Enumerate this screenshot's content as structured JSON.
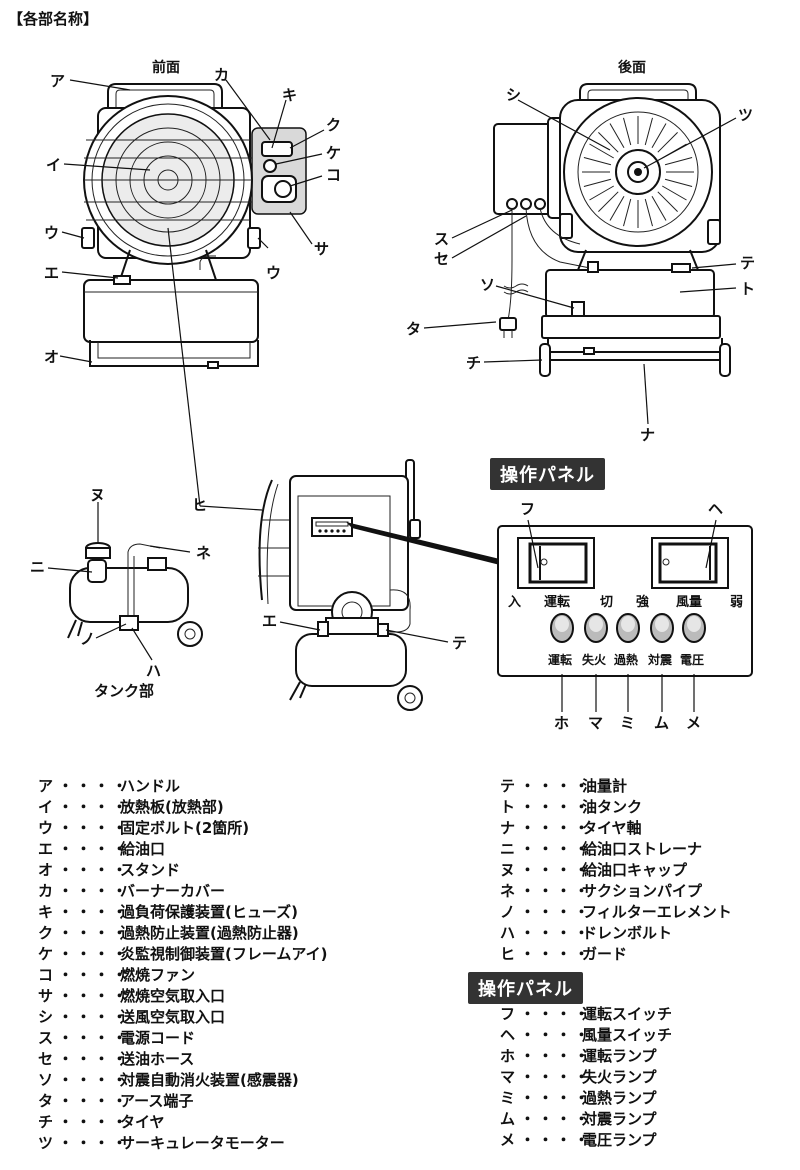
{
  "page_title": "【各部名称】",
  "views": {
    "front": "前面",
    "rear": "後面",
    "tank": "タンク部"
  },
  "callouts": {
    "a": "ア",
    "i": "イ",
    "u": "ウ",
    "e": "エ",
    "o": "オ",
    "ka": "カ",
    "ki": "キ",
    "ku": "ク",
    "ke": "ケ",
    "ko": "コ",
    "sa": "サ",
    "shi": "シ",
    "su": "ス",
    "se": "セ",
    "so": "ソ",
    "ta": "タ",
    "chi": "チ",
    "tsu": "ツ",
    "te": "テ",
    "to": "ト",
    "na": "ナ",
    "ni": "ニ",
    "nu": "ヌ",
    "ne": "ネ",
    "no": "ノ",
    "ha": "ハ",
    "hi": "ヒ",
    "fu": "フ",
    "he": "ヘ",
    "ho": "ホ",
    "ma": "マ",
    "mi": "ミ",
    "mu": "ム",
    "me": "メ"
  },
  "panel": {
    "heading": "操作パネル",
    "in": "入",
    "run": "運転",
    "off": "切",
    "strong": "強",
    "airflow": "風量",
    "weak": "弱",
    "lamps": [
      "運転",
      "失火",
      "過熱",
      "対震",
      "電圧"
    ]
  },
  "legend_dots": "・・・・",
  "legend_left": [
    {
      "key": "ア",
      "name": "ハンドル"
    },
    {
      "key": "イ",
      "name": "放熱板(放熱部)"
    },
    {
      "key": "ウ",
      "name": "固定ボルト(2箇所)"
    },
    {
      "key": "エ",
      "name": "給油口"
    },
    {
      "key": "オ",
      "name": "スタンド"
    },
    {
      "key": "カ",
      "name": "バーナーカバー"
    },
    {
      "key": "キ",
      "name": "過負荷保護装置(ヒューズ)"
    },
    {
      "key": "ク",
      "name": "過熱防止装置(過熱防止器)"
    },
    {
      "key": "ケ",
      "name": "炎監視制御装置(フレームアイ)"
    },
    {
      "key": "コ",
      "name": "燃焼ファン"
    },
    {
      "key": "サ",
      "name": "燃焼空気取入口"
    },
    {
      "key": "シ",
      "name": "送風空気取入口"
    },
    {
      "key": "ス",
      "name": "電源コード"
    },
    {
      "key": "セ",
      "name": "送油ホース"
    },
    {
      "key": "ソ",
      "name": "対震自動消火装置(感震器)"
    },
    {
      "key": "タ",
      "name": "アース端子"
    },
    {
      "key": "チ",
      "name": "タイヤ"
    },
    {
      "key": "ツ",
      "name": "サーキュレータモーター"
    }
  ],
  "legend_right": [
    {
      "key": "テ",
      "name": "油量計"
    },
    {
      "key": "ト",
      "name": "油タンク"
    },
    {
      "key": "ナ",
      "name": "タイヤ軸"
    },
    {
      "key": "ニ",
      "name": "給油口ストレーナ"
    },
    {
      "key": "ヌ",
      "name": "給油口キャップ"
    },
    {
      "key": "ネ",
      "name": "サクションパイプ"
    },
    {
      "key": "ノ",
      "name": "フィルターエレメント"
    },
    {
      "key": "ハ",
      "name": "ドレンボルト"
    },
    {
      "key": "ヒ",
      "name": "ガード"
    }
  ],
  "legend_panel_heading": "操作パネル",
  "legend_panel": [
    {
      "key": "フ",
      "name": "運転スイッチ"
    },
    {
      "key": "ヘ",
      "name": "風量スイッチ"
    },
    {
      "key": "ホ",
      "name": "運転ランプ"
    },
    {
      "key": "マ",
      "name": "失火ランプ"
    },
    {
      "key": "ミ",
      "name": "過熱ランプ"
    },
    {
      "key": "ム",
      "name": "対震ランプ"
    },
    {
      "key": "メ",
      "name": "電圧ランプ"
    }
  ]
}
